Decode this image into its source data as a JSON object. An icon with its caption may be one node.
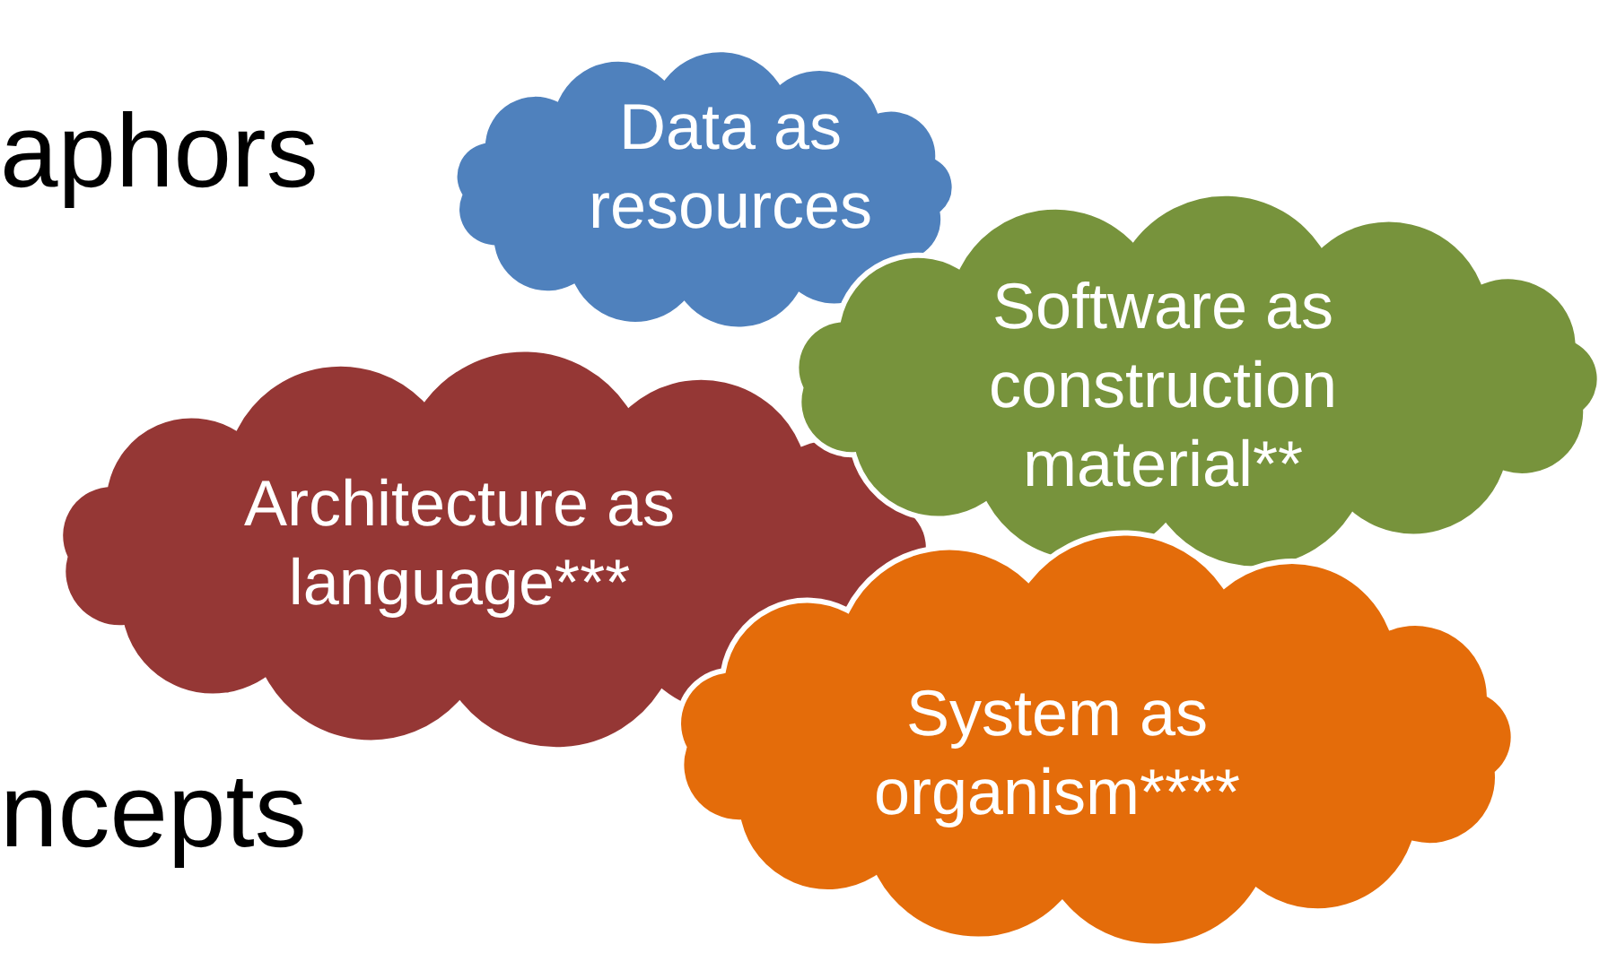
{
  "diagram": {
    "nodes": [
      {
        "text": [
          "Data as resources"
        ]
      },
      {
        "text": [
          "Software as construction material**"
        ]
      },
      {
        "text": [
          "Architecture as language***"
        ]
      },
      {
        "text": [
          "System as organism****"
        ]
      }
    ],
    "labels": [
      "aphors",
      "ncepts"
    ]
  }
}
